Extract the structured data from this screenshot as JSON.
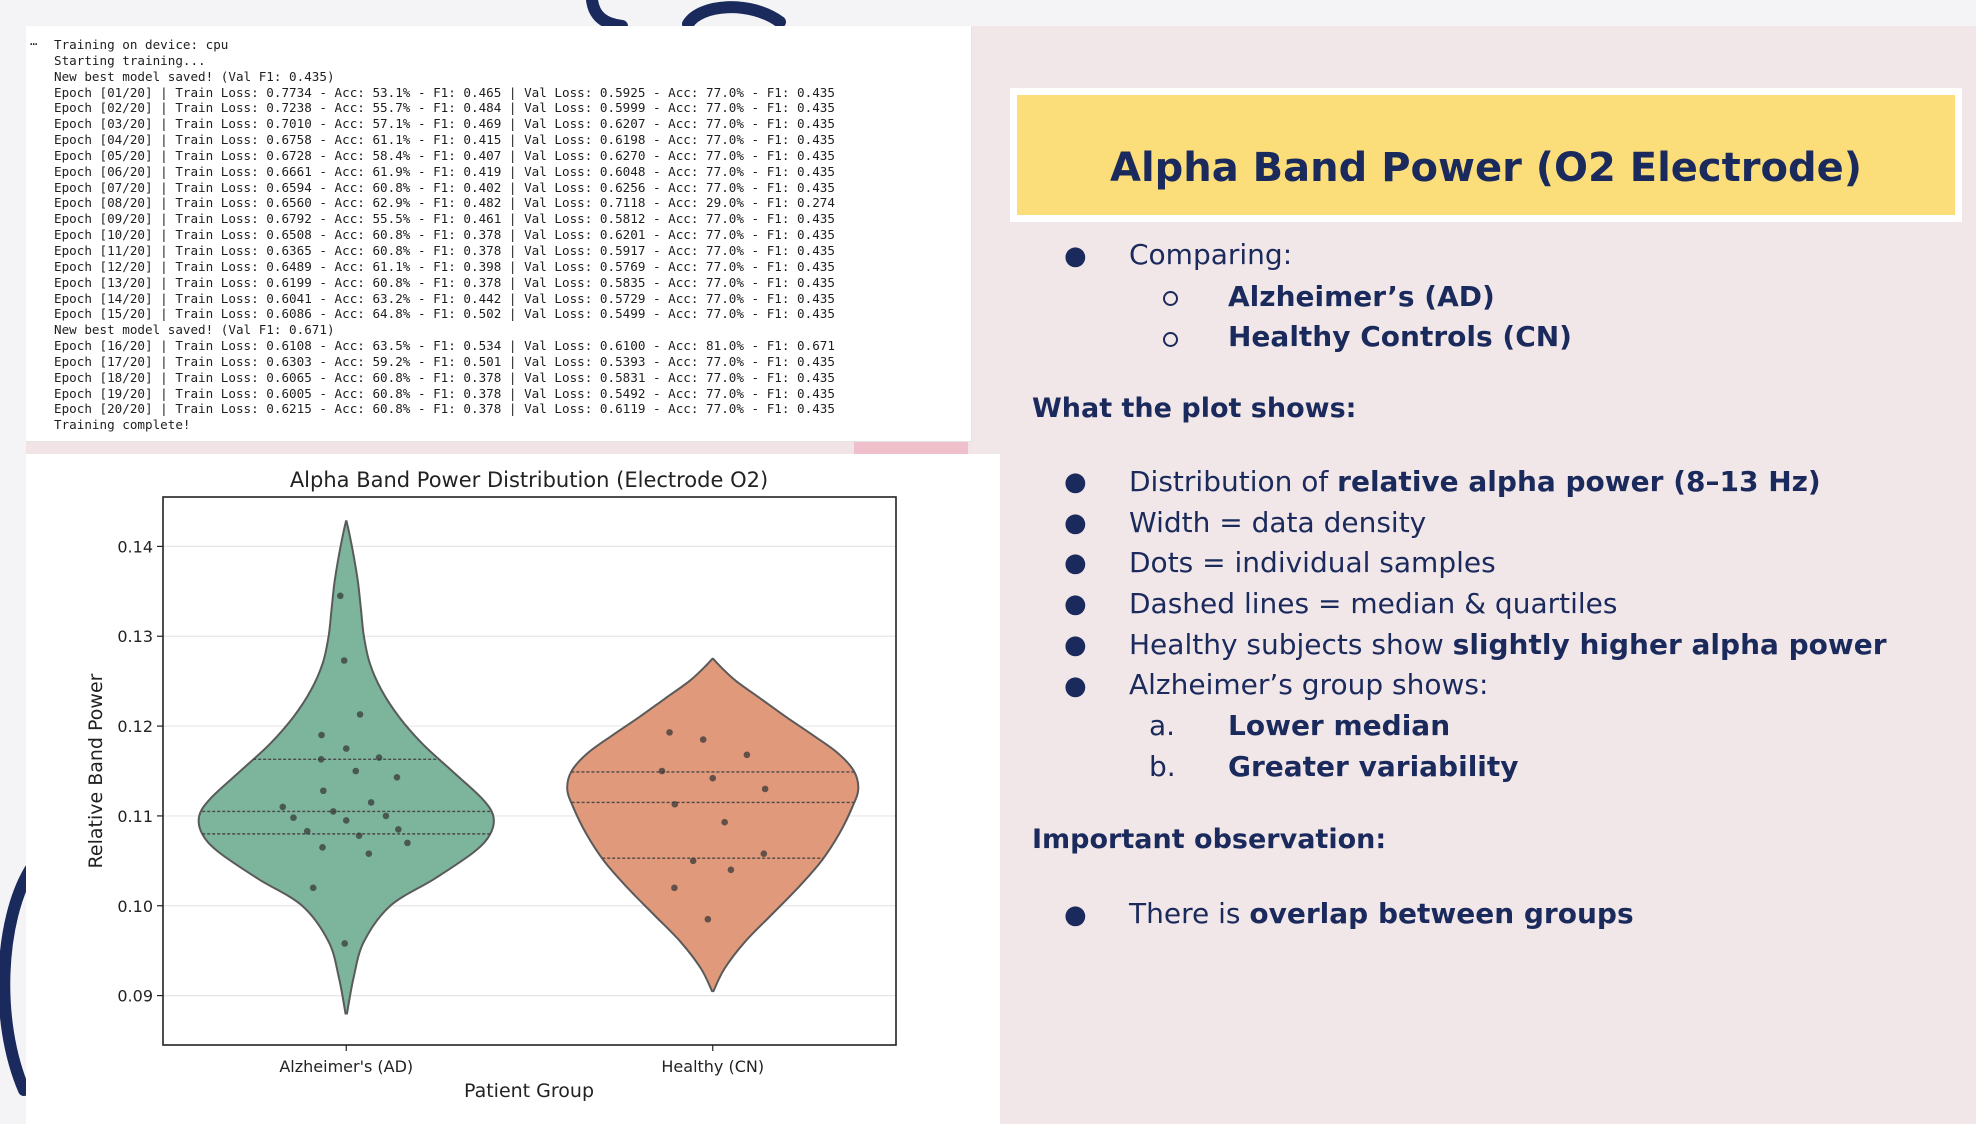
{
  "terminal": {
    "dots": "⋯",
    "lines": [
      "Training on device: cpu",
      "Starting training...",
      "New best model saved! (Val F1: 0.435)",
      "Epoch [01/20] | Train Loss: 0.7734 - Acc: 53.1% - F1: 0.465 | Val Loss: 0.5925 - Acc: 77.0% - F1: 0.435",
      "Epoch [02/20] | Train Loss: 0.7238 - Acc: 55.7% - F1: 0.484 | Val Loss: 0.5999 - Acc: 77.0% - F1: 0.435",
      "Epoch [03/20] | Train Loss: 0.7010 - Acc: 57.1% - F1: 0.469 | Val Loss: 0.6207 - Acc: 77.0% - F1: 0.435",
      "Epoch [04/20] | Train Loss: 0.6758 - Acc: 61.1% - F1: 0.415 | Val Loss: 0.6198 - Acc: 77.0% - F1: 0.435",
      "Epoch [05/20] | Train Loss: 0.6728 - Acc: 58.4% - F1: 0.407 | Val Loss: 0.6270 - Acc: 77.0% - F1: 0.435",
      "Epoch [06/20] | Train Loss: 0.6661 - Acc: 61.9% - F1: 0.419 | Val Loss: 0.6048 - Acc: 77.0% - F1: 0.435",
      "Epoch [07/20] | Train Loss: 0.6594 - Acc: 60.8% - F1: 0.402 | Val Loss: 0.6256 - Acc: 77.0% - F1: 0.435",
      "Epoch [08/20] | Train Loss: 0.6560 - Acc: 62.9% - F1: 0.482 | Val Loss: 0.7118 - Acc: 29.0% - F1: 0.274",
      "Epoch [09/20] | Train Loss: 0.6792 - Acc: 55.5% - F1: 0.461 | Val Loss: 0.5812 - Acc: 77.0% - F1: 0.435",
      "Epoch [10/20] | Train Loss: 0.6508 - Acc: 60.8% - F1: 0.378 | Val Loss: 0.6201 - Acc: 77.0% - F1: 0.435",
      "Epoch [11/20] | Train Loss: 0.6365 - Acc: 60.8% - F1: 0.378 | Val Loss: 0.5917 - Acc: 77.0% - F1: 0.435",
      "Epoch [12/20] | Train Loss: 0.6489 - Acc: 61.1% - F1: 0.398 | Val Loss: 0.5769 - Acc: 77.0% - F1: 0.435",
      "Epoch [13/20] | Train Loss: 0.6199 - Acc: 60.8% - F1: 0.378 | Val Loss: 0.5835 - Acc: 77.0% - F1: 0.435",
      "Epoch [14/20] | Train Loss: 0.6041 - Acc: 63.2% - F1: 0.442 | Val Loss: 0.5729 - Acc: 77.0% - F1: 0.435",
      "Epoch [15/20] | Train Loss: 0.6086 - Acc: 64.8% - F1: 0.502 | Val Loss: 0.5499 - Acc: 77.0% - F1: 0.435",
      "New best model saved! (Val F1: 0.671)",
      "Epoch [16/20] | Train Loss: 0.6108 - Acc: 63.5% - F1: 0.534 | Val Loss: 0.6100 - Acc: 81.0% - F1: 0.671",
      "Epoch [17/20] | Train Loss: 0.6303 - Acc: 59.2% - F1: 0.501 | Val Loss: 0.5393 - Acc: 77.0% - F1: 0.435",
      "Epoch [18/20] | Train Loss: 0.6065 - Acc: 60.8% - F1: 0.378 | Val Loss: 0.5831 - Acc: 77.0% - F1: 0.435",
      "Epoch [19/20] | Train Loss: 0.6005 - Acc: 60.8% - F1: 0.378 | Val Loss: 0.5492 - Acc: 77.0% - F1: 0.435",
      "Epoch [20/20] | Train Loss: 0.6215 - Acc: 60.8% - F1: 0.378 | Val Loss: 0.6119 - Acc: 77.0% - F1: 0.435",
      "Training complete!"
    ]
  },
  "chart_data": {
    "type": "violin",
    "title": "Alpha Band Power Distribution (Electrode O2)",
    "xlabel": "Patient Group",
    "ylabel": "Relative Band Power",
    "categories": [
      "Alzheimer's (AD)",
      "Healthy (CN)"
    ],
    "ylim": [
      0.0845,
      0.1455
    ],
    "yticks": [
      0.09,
      0.1,
      0.11,
      0.12,
      0.13,
      0.14
    ],
    "ytick_labels": [
      "0.09",
      "0.10",
      "0.11",
      "0.12",
      "0.13",
      "0.14"
    ],
    "grid": true,
    "series": [
      {
        "category": "Alzheimer's (AD)",
        "color": "#7cb49c",
        "min": 0.088,
        "max": 0.1428,
        "quartiles": [
          0.108,
          0.1105,
          0.1163
        ],
        "density": [
          [
            0.088,
            0.005
          ],
          [
            0.092,
            0.05
          ],
          [
            0.096,
            0.12
          ],
          [
            0.1,
            0.3
          ],
          [
            0.103,
            0.6
          ],
          [
            0.106,
            0.87
          ],
          [
            0.108,
            0.98
          ],
          [
            0.11,
            1.0
          ],
          [
            0.112,
            0.92
          ],
          [
            0.115,
            0.72
          ],
          [
            0.118,
            0.52
          ],
          [
            0.121,
            0.36
          ],
          [
            0.124,
            0.24
          ],
          [
            0.127,
            0.16
          ],
          [
            0.13,
            0.12
          ],
          [
            0.133,
            0.1
          ],
          [
            0.136,
            0.08
          ],
          [
            0.139,
            0.05
          ],
          [
            0.1415,
            0.02
          ],
          [
            0.1428,
            0.002
          ]
        ],
        "points": [
          0.1345,
          0.1273,
          0.1213,
          0.119,
          0.1175,
          0.1165,
          0.1163,
          0.115,
          0.1143,
          0.1128,
          0.1115,
          0.111,
          0.1105,
          0.11,
          0.1098,
          0.1095,
          0.1085,
          0.1083,
          0.1078,
          0.107,
          0.1065,
          0.1058,
          0.102,
          0.0958
        ]
      },
      {
        "category": "Healthy (CN)",
        "color": "#e0997a",
        "min": 0.0905,
        "max": 0.1275,
        "quartiles": [
          0.1053,
          0.1115,
          0.1149
        ],
        "density": [
          [
            0.0905,
            0.005
          ],
          [
            0.093,
            0.08
          ],
          [
            0.096,
            0.22
          ],
          [
            0.099,
            0.4
          ],
          [
            0.102,
            0.58
          ],
          [
            0.105,
            0.74
          ],
          [
            0.108,
            0.86
          ],
          [
            0.111,
            0.95
          ],
          [
            0.113,
            0.99
          ],
          [
            0.115,
            0.96
          ],
          [
            0.117,
            0.85
          ],
          [
            0.119,
            0.68
          ],
          [
            0.121,
            0.5
          ],
          [
            0.123,
            0.33
          ],
          [
            0.125,
            0.16
          ],
          [
            0.1265,
            0.06
          ],
          [
            0.1275,
            0.002
          ]
        ],
        "points": [
          0.1193,
          0.1185,
          0.1168,
          0.115,
          0.1142,
          0.113,
          0.1113,
          0.1093,
          0.1058,
          0.105,
          0.104,
          0.102,
          0.0985
        ]
      }
    ]
  },
  "slide": {
    "title": "Alpha Band Power (O2 Electrode)",
    "bullet": "●",
    "comparing_label": "Comparing:",
    "group_ad": "Alzheimer’s (AD)",
    "group_cn": "Healthy Controls (CN)",
    "plot_heading": "What the plot shows:",
    "shows": {
      "dist_pre": "Distribution of ",
      "dist_bold": "relative alpha power (8–13 Hz)",
      "width": "Width = data density",
      "dots": "Dots = individual samples",
      "dashed": "Dashed lines = median & quartiles",
      "healthy_pre": "Healthy subjects show ",
      "healthy_bold": "slightly higher alpha power",
      "alz": "Alzheimer’s group shows:",
      "sub_a_marker": "a.",
      "sub_a": "Lower median",
      "sub_b_marker": "b.",
      "sub_b": "Greater variability"
    },
    "obs_heading": "Important observation:",
    "obs_pre": "There is ",
    "obs_bold": "overlap between groups"
  },
  "colors": {
    "navy": "#1b2a5c",
    "title_yellow": "#fbdd7a",
    "slide_pink": "#f2e7e8",
    "ad_green": "#7cb49c",
    "cn_orange": "#e0997a"
  }
}
